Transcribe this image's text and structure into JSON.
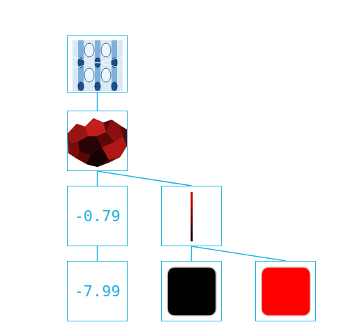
{
  "diagram": {
    "nodes": [
      {
        "text": []
      },
      {
        "text": []
      },
      {
        "text": [
          "-0.79"
        ]
      },
      {
        "text": []
      },
      {
        "text": [
          "-7.99"
        ]
      },
      {
        "text": []
      },
      {
        "text": []
      }
    ],
    "edges": [
      {
        "from": 0,
        "to": 1,
        "arrow": "none"
      },
      {
        "from": 1,
        "to": 2,
        "arrow": "none"
      },
      {
        "from": 1,
        "to": 3,
        "arrow": "none"
      },
      {
        "from": 2,
        "to": 4,
        "arrow": "none"
      },
      {
        "from": 3,
        "to": 5,
        "arrow": "none"
      },
      {
        "from": 3,
        "to": 6,
        "arrow": "none"
      }
    ]
  }
}
